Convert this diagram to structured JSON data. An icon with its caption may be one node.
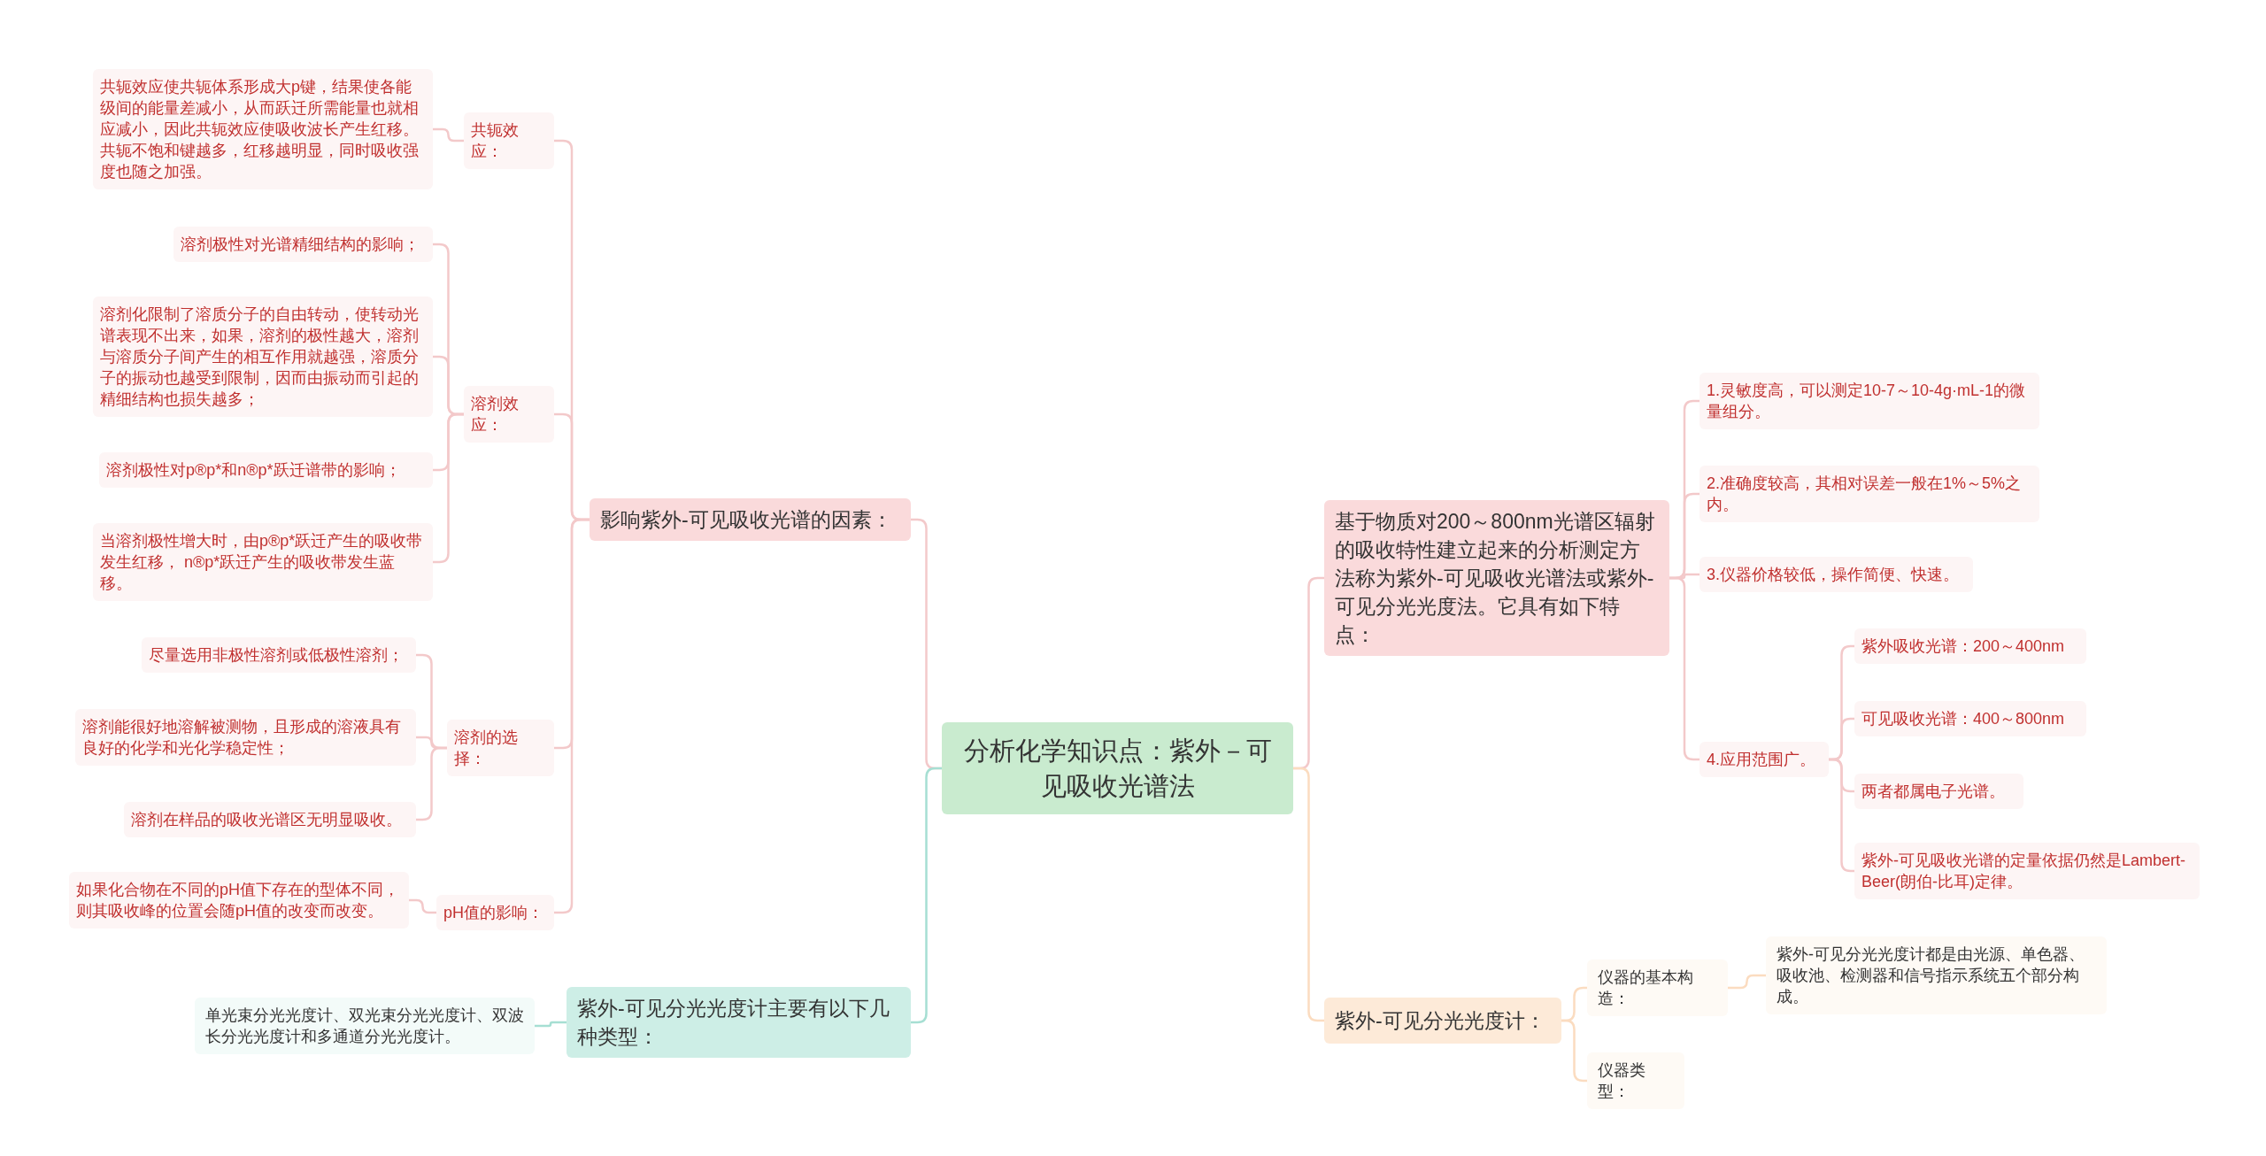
{
  "diagram": {
    "nodes": [
      {
        "text": [
          "分析化学知识点：紫外－可见吸收光谱法"
        ]
      },
      {
        "text": [
          "影响紫外-可见吸收光谱的因素："
        ]
      },
      {
        "text": [
          "共轭效应："
        ]
      },
      {
        "text": [
          "共轭效应使共轭体系形成大p键，结果使各能级间的能量差减小，从而跃迁所需能量也就相应减小，因此共轭效应使吸收波长产生红移。共轭不饱和键越多，红移越明显，同时吸收强度也随之加强。"
        ]
      },
      {
        "text": [
          "溶剂效应："
        ]
      },
      {
        "text": [
          "溶剂极性对光谱精细结构的影响；"
        ]
      },
      {
        "text": [
          "溶剂化限制了溶质分子的自由转动，使转动光谱表现不出来，如果，溶剂的极性越大，溶剂与溶质分子间产生的相互作用就越强，溶质分子的振动也越受到限制，因而由振动而引起的精细结构也损失越多；"
        ]
      },
      {
        "text": [
          "溶剂极性对p®p*和n®p*跃迁谱带的影响；"
        ]
      },
      {
        "text": [
          "当溶剂极性增大时，由p®p*跃迁产生的吸收带发生红移， n®p*跃迁产生的吸收带发生蓝移。"
        ]
      },
      {
        "text": [
          "溶剂的选择："
        ]
      },
      {
        "text": [
          "尽量选用非极性溶剂或低极性溶剂；"
        ]
      },
      {
        "text": [
          "溶剂能很好地溶解被测物，且形成的溶液具有良好的化学和光化学稳定性；"
        ]
      },
      {
        "text": [
          "溶剂在样品的吸收光谱区无明显吸收。"
        ]
      },
      {
        "text": [
          "pH值的影响："
        ]
      },
      {
        "text": [
          "如果化合物在不同的pH值下存在的型体不同，则其吸收峰的位置会随pH值的改变而改变。"
        ]
      },
      {
        "text": [
          "紫外-可见分光光度计主要有以下几种类型："
        ]
      },
      {
        "text": [
          "单光束分光光度计、双光束分光光度计、双波长分光光度计和多通道分光光度计。"
        ]
      },
      {
        "text": [
          "基于物质对200～800nm光谱区辐射的吸收特性建立起来的分析测定方法称为紫外-可见吸收光谱法或紫外-可见分光光度法。它具有如下特点："
        ]
      },
      {
        "text": [
          "1.灵敏度高，可以测定10-7～10-4g·mL-1的微量组分。"
        ]
      },
      {
        "text": [
          "2.准确度较高，其相对误差一般在1%～5%之内。"
        ]
      },
      {
        "text": [
          "3.仪器价格较低，操作简便、快速。"
        ]
      },
      {
        "text": [
          "4.应用范围广。"
        ]
      },
      {
        "text": [
          "紫外吸收光谱：200～400nm"
        ]
      },
      {
        "text": [
          "可见吸收光谱：400～800nm"
        ]
      },
      {
        "text": [
          "两者都属电子光谱。"
        ]
      },
      {
        "text": [
          "紫外-可见吸收光谱的定量依据仍然是Lambert-Beer(朗伯-比耳)定律。"
        ]
      },
      {
        "text": [
          "紫外-可见分光光度计："
        ]
      },
      {
        "text": [
          "仪器的基本构造："
        ]
      },
      {
        "text": [
          "紫外-可见分光光度计都是由光源、单色器、吸收池、检测器和信号指示系统五个部分构成。"
        ]
      },
      {
        "text": [
          "仪器类型："
        ]
      }
    ],
    "edges": [
      {
        "from": 0,
        "to": 1,
        "arrow": "none"
      },
      {
        "from": 0,
        "to": 15,
        "arrow": "none",
        "color": "#a6dfd3"
      },
      {
        "from": 0,
        "to": 17,
        "arrow": "none"
      },
      {
        "from": 0,
        "to": 26,
        "arrow": "none",
        "color": "#fbdcc0"
      },
      {
        "from": 1,
        "to": 2,
        "arrow": "none"
      },
      {
        "from": 1,
        "to": 4,
        "arrow": "none"
      },
      {
        "from": 1,
        "to": 9,
        "arrow": "none"
      },
      {
        "from": 1,
        "to": 13,
        "arrow": "none"
      },
      {
        "from": 2,
        "to": 3,
        "arrow": "none"
      },
      {
        "from": 4,
        "to": 5,
        "arrow": "none"
      },
      {
        "from": 4,
        "to": 6,
        "arrow": "none"
      },
      {
        "from": 4,
        "to": 7,
        "arrow": "none"
      },
      {
        "from": 4,
        "to": 8,
        "arrow": "none"
      },
      {
        "from": 9,
        "to": 10,
        "arrow": "none"
      },
      {
        "from": 9,
        "to": 11,
        "arrow": "none"
      },
      {
        "from": 9,
        "to": 12,
        "arrow": "none"
      },
      {
        "from": 13,
        "to": 14,
        "arrow": "none"
      },
      {
        "from": 15,
        "to": 16,
        "arrow": "none",
        "color": "#a6dfd3"
      },
      {
        "from": 17,
        "to": 18,
        "arrow": "none"
      },
      {
        "from": 17,
        "to": 19,
        "arrow": "none"
      },
      {
        "from": 17,
        "to": 20,
        "arrow": "none"
      },
      {
        "from": 17,
        "to": 21,
        "arrow": "none"
      },
      {
        "from": 21,
        "to": 22,
        "arrow": "none"
      },
      {
        "from": 21,
        "to": 23,
        "arrow": "none"
      },
      {
        "from": 21,
        "to": 24,
        "arrow": "none"
      },
      {
        "from": 21,
        "to": 25,
        "arrow": "none"
      },
      {
        "from": 26,
        "to": 27,
        "arrow": "none",
        "color": "#fbdcc0"
      },
      {
        "from": 26,
        "to": 29,
        "arrow": "none",
        "color": "#fbdcc0"
      },
      {
        "from": 27,
        "to": 28,
        "arrow": "none",
        "color": "#fbdcc0"
      }
    ]
  }
}
